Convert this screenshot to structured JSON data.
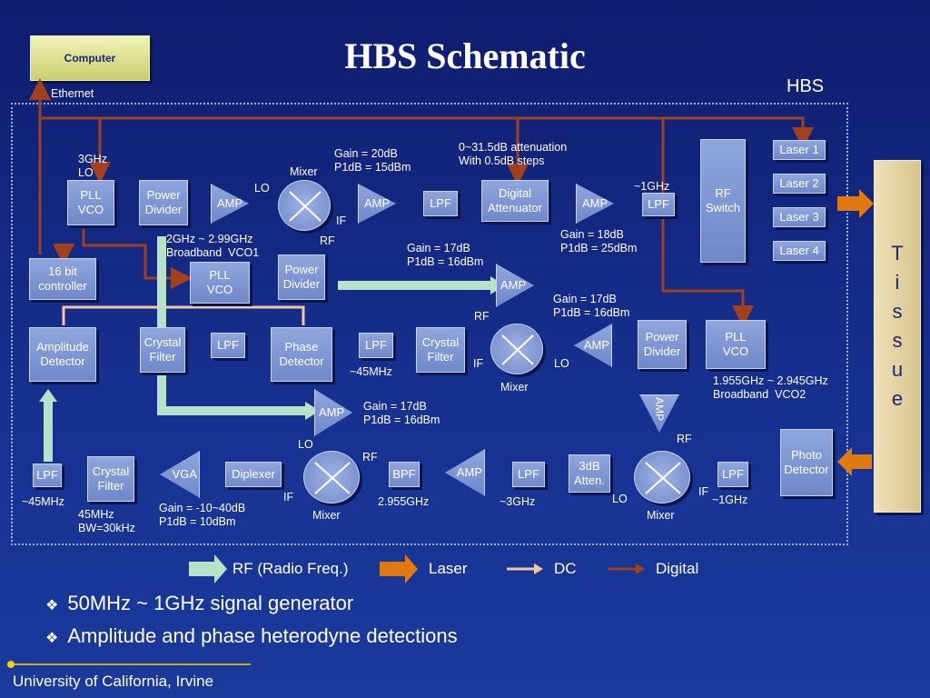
{
  "title": "HBS Schematic",
  "hbs_label": "HBS",
  "computer": "Computer",
  "ethernet": "Ethernet",
  "tissue": [
    "T",
    "i",
    "s",
    "s",
    "u",
    "e"
  ],
  "blocks": {
    "pll_vco_lo": "PLL\nVCO",
    "power_divider_top": "Power\nDivider",
    "amp_lo": "AMP",
    "amp_if": "AMP",
    "lpf_if": "LPF",
    "digital_attenuator": "Digital\nAttenuator",
    "amp_top": "AMP",
    "lpf_top": "LPF",
    "rf_switch": "RF\nSwitch",
    "laser1": "Laser 1",
    "laser2": "Laser 2",
    "laser3": "Laser 3",
    "laser4": "Laser 4",
    "controller": "16 bit\ncontroller",
    "pll_vco1": "PLL\nVCO",
    "power_divider_mid": "Power\nDivider",
    "amp_mid": "AMP",
    "amplitude_detector": "Amplitude\nDetector",
    "crystal_filter_mid": "Crystal\nFilter",
    "lpf_mid1": "LPF",
    "phase_detector": "Phase\nDetector",
    "lpf_mid2": "LPF",
    "crystal_filter_mid2": "Crystal\nFilter",
    "amp_mid2": "AMP",
    "power_divider_right": "Power\nDivider",
    "pll_vco2": "PLL\nVCO",
    "amp_low": "AMP",
    "amp_vertical": "AMP",
    "photo_detector": "Photo\nDetector",
    "lpf_bot1": "LPF",
    "crystal_filter_bot": "Crystal\nFilter",
    "vga": "VGA",
    "diplexer": "Diplexer",
    "bpf": "BPF",
    "amp_bot": "AMP",
    "lpf_bot2": "LPF",
    "atten_3db": "3dB\nAtten.",
    "lpf_bot3": "LPF"
  },
  "labels": {
    "lo_3ghz": "3GHz\nLO",
    "mixer_top": "Mixer",
    "lo_top": "LO",
    "if_top": "IF",
    "rf_top": "RF",
    "gain_20": "Gain = 20dB\nP1dB = 15dBm",
    "atten_range": "0~31.5dB attenuation\nWith 0.5dB steps",
    "freq_1ghz_top": "~1GHz",
    "gain_18": "Gain = 18dB\nP1dB = 25dBm",
    "vco1_range": "2GHz ~ 2.99GHz\nBroadband  VCO1",
    "gain_17_a": "Gain = 17dB\nP1dB = 16dBm",
    "rf_mid": "RF",
    "gain_17_b": "Gain = 17dB\nP1dB = 16dBm",
    "freq_45_mid": "~45MHz",
    "if_mid": "IF",
    "lo_mid": "LO",
    "mixer_mid": "Mixer",
    "vco2_range": "1.955GHz ~ 2.945GHz\nBroadband  VCO2",
    "gain_17_c": "Gain = 17dB\nP1dB = 16dBm",
    "lo_low": "LO",
    "rf_low": "RF",
    "if_low": "IF",
    "mixer_low": "Mixer",
    "freq_2955": "2.955GHz",
    "freq_3ghz": "~3GHz",
    "lo_right": "LO",
    "if_right": "IF",
    "rf_right": "RF",
    "mixer_right": "Mixer",
    "freq_1ghz_bot": "~1GHz",
    "freq_45_bot": "~45MHz",
    "bw": "45MHz\nBW=30kHz",
    "gain_vga": "Gain = -10~40dB\nP1dB = 10dBm"
  },
  "legend": {
    "rf": "RF (Radio Freq.)",
    "laser": "Laser",
    "dc": "DC",
    "digital": "Digital"
  },
  "bullets": [
    "50MHz ~ 1GHz signal generator",
    "Amplitude and phase heterodyne detections"
  ],
  "footer": "University of California, Irvine",
  "colors": {
    "background": "#16308f",
    "block": "#7f97d3",
    "digital_line": "#a0401c",
    "dc_line": "#f4c6a0",
    "laser_arrow": "#e07a10",
    "rf_arrow": "#b9e0c9"
  }
}
